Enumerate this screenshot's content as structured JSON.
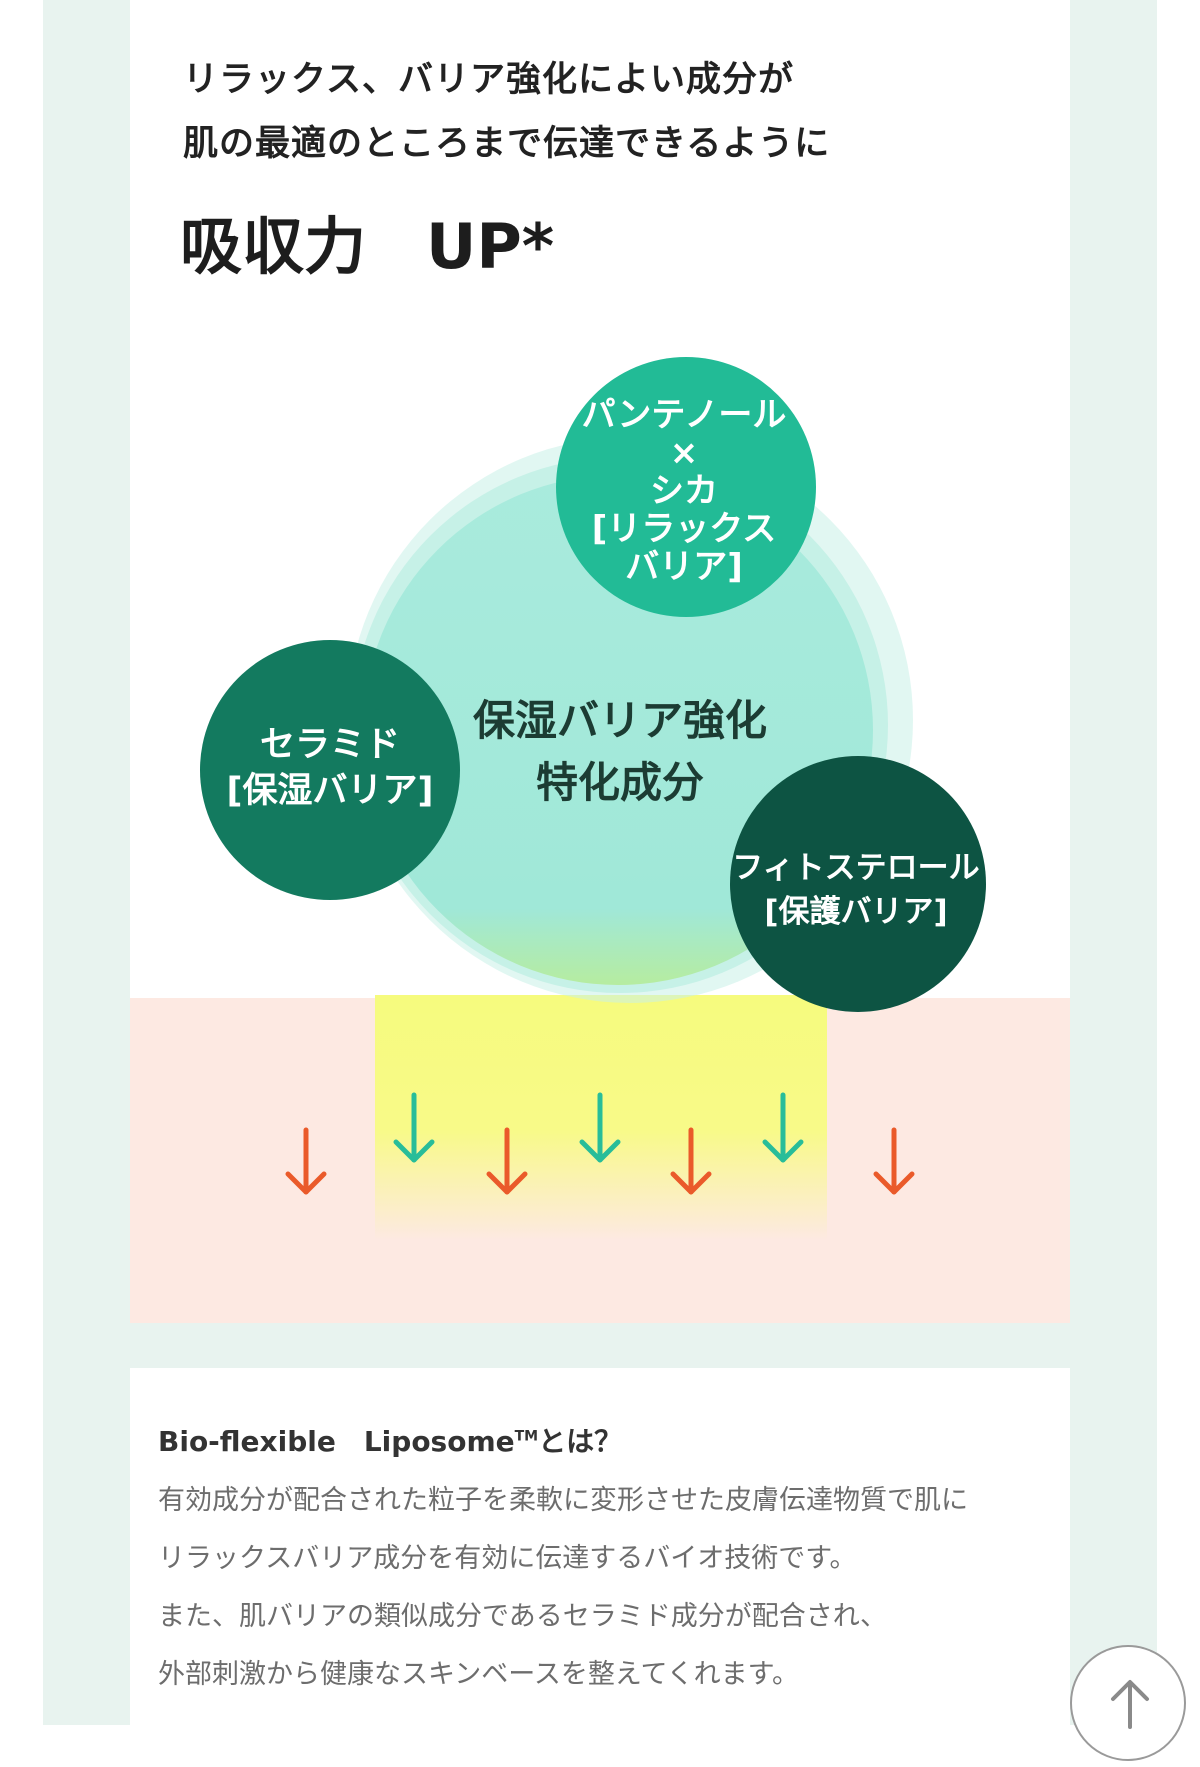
{
  "headline": {
    "line1": "リラックス、バリア強化によい成分が",
    "line2": "肌の最適のところまで伝達できるように"
  },
  "title": {
    "left": "吸収力",
    "right": "UP*"
  },
  "diagram": {
    "center": {
      "line1": "保湿バリア強化",
      "line2": "特化成分"
    },
    "panthenol": {
      "line1": "パンテノール",
      "line2": "×",
      "line3": "シカ",
      "line4": "[リラックス",
      "line5": "バリア]"
    },
    "ceramide": {
      "line1": "セラミド",
      "line2": "[保湿バリア]"
    },
    "phytosterol": {
      "line1": "フィトステロール",
      "line2": "[保護バリア]"
    },
    "colors": {
      "panthenol_circle": "#22bb96",
      "ceramide_circle": "#137a5f",
      "phytosterol_circle": "#0d5443",
      "center_circle": "#a4e9da",
      "green_arrow": "#28bd99",
      "orange_arrow": "#ea5a2a",
      "skin": "#fde9e2",
      "absorb_zone": "#f6fb7e"
    }
  },
  "info": {
    "title_main": "Bio-flexible　Liposome",
    "title_tm": "TM",
    "title_suffix": "とは？",
    "body": [
      "有効成分が配合された粒子を柔軟に変形させた皮膚伝達物質で肌に",
      "リラックスバリア成分を有効に伝達するバイオ技術です。",
      "また、肌バリアの類似成分であるセラミド成分が配合され、",
      "外部刺激から健康なスキンベースを整えてくれます。"
    ]
  },
  "scroll_top_icon": "arrow-up-icon"
}
